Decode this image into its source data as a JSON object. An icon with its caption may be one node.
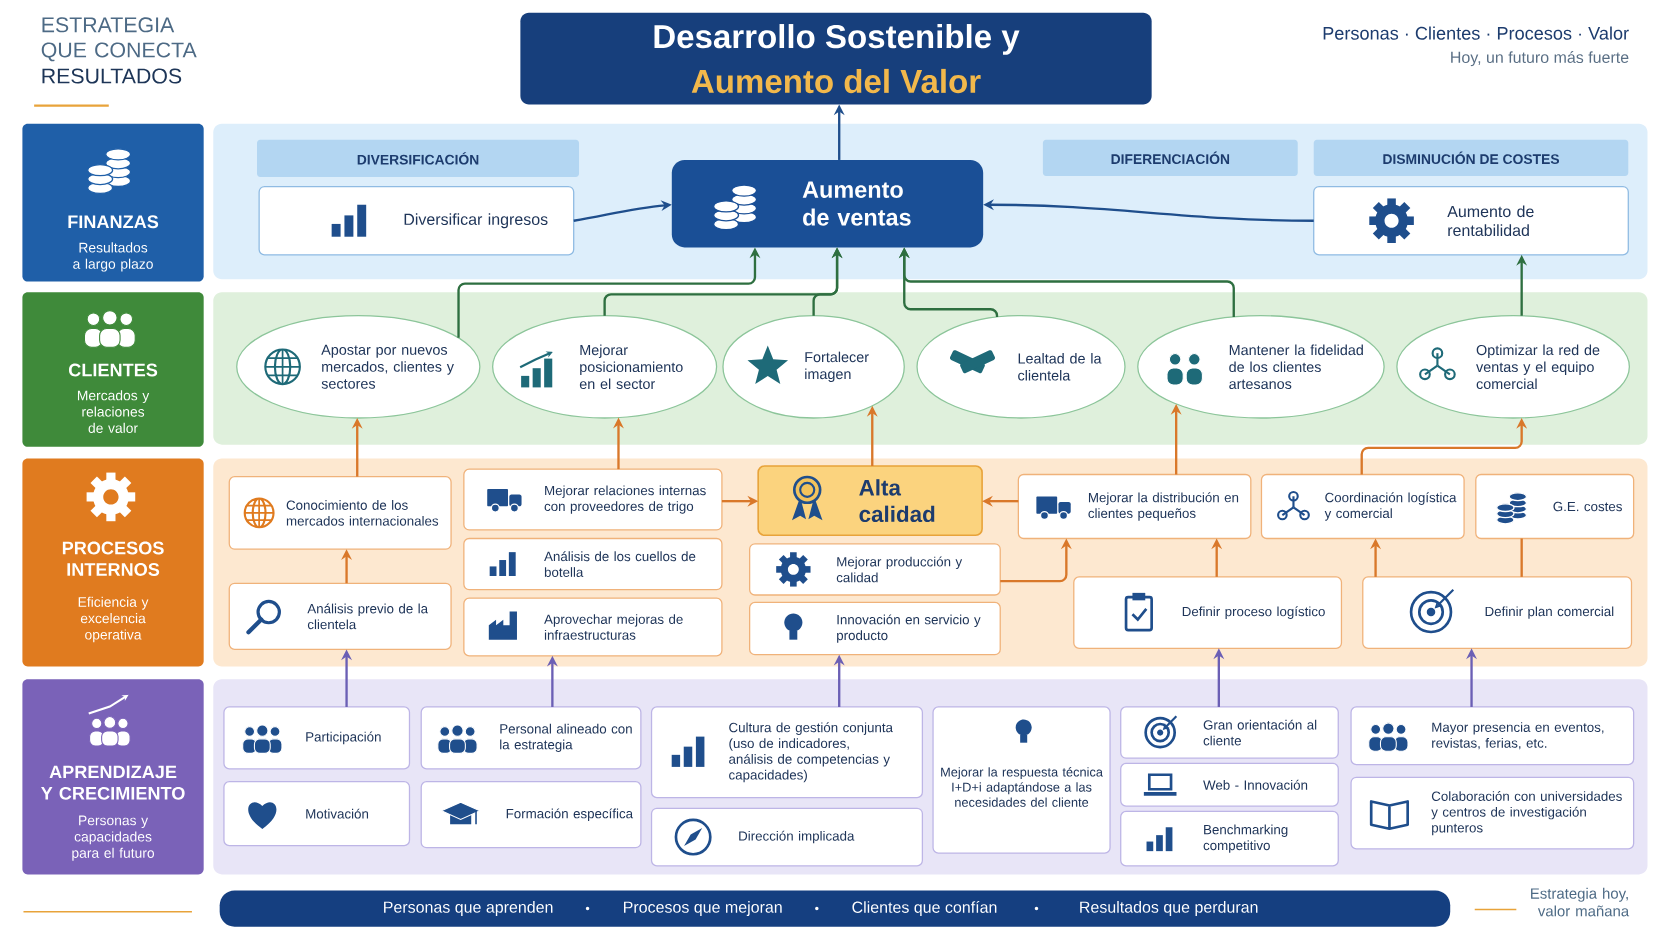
{
  "diagram": {
    "nodes": [
      {
        "text": [
          "Desarrollo Sostenible y",
          "Aumento del Valor"
        ]
      },
      {
        "text": [
          "FINANZAS",
          "Resultados a largo plazo"
        ]
      },
      {
        "text": [
          "CLIENTES",
          "Mercados y relaciones de valor"
        ]
      },
      {
        "text": [
          "PROCESOS INTERNOS",
          "Eficiencia y excelencia operativa"
        ]
      },
      {
        "text": [
          "APRENDIZAJE Y CRECIMIENTO",
          "Personas y capacidades para el futuro"
        ]
      },
      {
        "text": [
          "DIVERSIFICACIÓN"
        ]
      },
      {
        "text": [
          "DIFERENCIACIÓN"
        ]
      },
      {
        "text": [
          "DISMINUCIÓN DE COSTES"
        ]
      },
      {
        "text": [
          "Diversificar ingresos"
        ]
      },
      {
        "text": [
          "Aumento de ventas"
        ]
      },
      {
        "text": [
          "Aumento de rentabilidad"
        ]
      },
      {
        "text": [
          "Apostar por nuevos mercados, clientes y sectores"
        ]
      },
      {
        "text": [
          "Mejorar posicionamiento en el sector"
        ]
      },
      {
        "text": [
          "Fortalecer imagen"
        ]
      },
      {
        "text": [
          "Lealtad de la clientela"
        ]
      },
      {
        "text": [
          "Mantener la fidelidad de los clientes artesanos"
        ]
      },
      {
        "text": [
          "Optimizar la red de ventas y el equipo comercial"
        ]
      },
      {
        "text": [
          "Conocimiento de los mercados internacionales"
        ]
      },
      {
        "text": [
          "Mejorar relaciones internas con proveedores de trigo"
        ]
      },
      {
        "text": [
          "Alta calidad"
        ]
      },
      {
        "text": [
          "Mejorar la distribución en clientes pequeños"
        ]
      },
      {
        "text": [
          "Coordinación logística y comercial"
        ]
      },
      {
        "text": [
          "G.E. costes"
        ]
      },
      {
        "text": [
          "Análisis previo de la clientela"
        ]
      },
      {
        "text": [
          "Análisis de los cuellos de botella"
        ]
      },
      {
        "text": [
          "Mejorar producción y calidad"
        ]
      },
      {
        "text": [
          "Definir proceso logístico"
        ]
      },
      {
        "text": [
          "Definir plan comercial"
        ]
      },
      {
        "text": [
          "Aprovechar mejoras de infraestructuras"
        ]
      },
      {
        "text": [
          "Innovación en servicio y producto"
        ]
      },
      {
        "text": [
          "Participación"
        ]
      },
      {
        "text": [
          "Personal alineado con la estrategia"
        ]
      },
      {
        "text": [
          "Cultura de gestión conjunta (uso de indicadores, análisis de competencias y capacidades)"
        ]
      },
      {
        "text": [
          "Mejorar la respuesta técnica I+D+i adaptándose a las necesidades del cliente"
        ]
      },
      {
        "text": [
          "Gran orientación al cliente"
        ]
      },
      {
        "text": [
          "Mayor presencia en eventos, revistas, ferias, etc."
        ]
      },
      {
        "text": [
          "Web - Innovación"
        ]
      },
      {
        "text": [
          "Motivación"
        ]
      },
      {
        "text": [
          "Formación específica"
        ]
      },
      {
        "text": [
          "Dirección implicada"
        ]
      },
      {
        "text": [
          "Benchmarking competitivo"
        ]
      },
      {
        "text": [
          "Colaboración con universidades y centros de investigación punteros"
        ]
      },
      {
        "text": [
          "Personas que aprenden",
          "Procesos que mejoran",
          "Clientes que confían",
          "Resultados que perduran"
        ]
      }
    ],
    "edges": [
      {
        "from": 9,
        "to": 0,
        "arrow": "to",
        "color": "#1f4e8c"
      },
      {
        "from": 8,
        "to": 9,
        "arrow": "to",
        "color": "#1f4e8c"
      },
      {
        "from": 10,
        "to": 9,
        "arrow": "to",
        "color": "#1f4e8c"
      },
      {
        "from": 11,
        "to": 9,
        "arrow": "to",
        "color": "#2e6f40"
      },
      {
        "from": 12,
        "to": 9,
        "arrow": "to",
        "color": "#2e6f40"
      },
      {
        "from": 13,
        "to": 9,
        "arrow": "to",
        "color": "#2e6f40"
      },
      {
        "from": 14,
        "to": 9,
        "arrow": "to",
        "color": "#2e6f40"
      },
      {
        "from": 15,
        "to": 9,
        "arrow": "to",
        "color": "#2e6f40"
      },
      {
        "from": 16,
        "to": 10,
        "arrow": "to",
        "color": "#2e6f40"
      },
      {
        "from": 17,
        "to": 11,
        "arrow": "to"
      },
      {
        "from": 18,
        "to": 12,
        "arrow": "to"
      },
      {
        "from": 19,
        "to": 13,
        "arrow": "to"
      },
      {
        "from": 20,
        "to": 15,
        "arrow": "to"
      },
      {
        "from": 21,
        "to": 16,
        "arrow": "to"
      },
      {
        "from": 23,
        "to": 17,
        "arrow": "to"
      },
      {
        "from": 18,
        "to": 19,
        "arrow": "to"
      },
      {
        "from": 20,
        "to": 19,
        "arrow": "to"
      },
      {
        "from": 25,
        "to": 20,
        "arrow": "to"
      },
      {
        "from": 26,
        "to": 20,
        "arrow": "to"
      },
      {
        "from": 27,
        "to": 21,
        "arrow": "to"
      },
      {
        "from": 27,
        "to": 22,
        "arrow": "none"
      },
      {
        "from": 30,
        "to": 23,
        "arrow": "to",
        "color": "#6b5fb5"
      },
      {
        "from": 31,
        "to": 28,
        "arrow": "to",
        "color": "#6b5fb5"
      },
      {
        "from": 32,
        "to": 29,
        "arrow": "to",
        "color": "#6b5fb5"
      },
      {
        "from": 34,
        "to": 26,
        "arrow": "to",
        "color": "#6b5fb5"
      },
      {
        "from": 35,
        "to": 27,
        "arrow": "to",
        "color": "#6b5fb5"
      }
    ],
    "labels": [
      "ESTRATEGIA QUE CONECTA",
      "RESULTADOS",
      "Personas · Clientes · Procesos · Valor",
      "Hoy, un futuro más fuerte",
      "Estrategia hoy, valor mañana"
    ]
  }
}
